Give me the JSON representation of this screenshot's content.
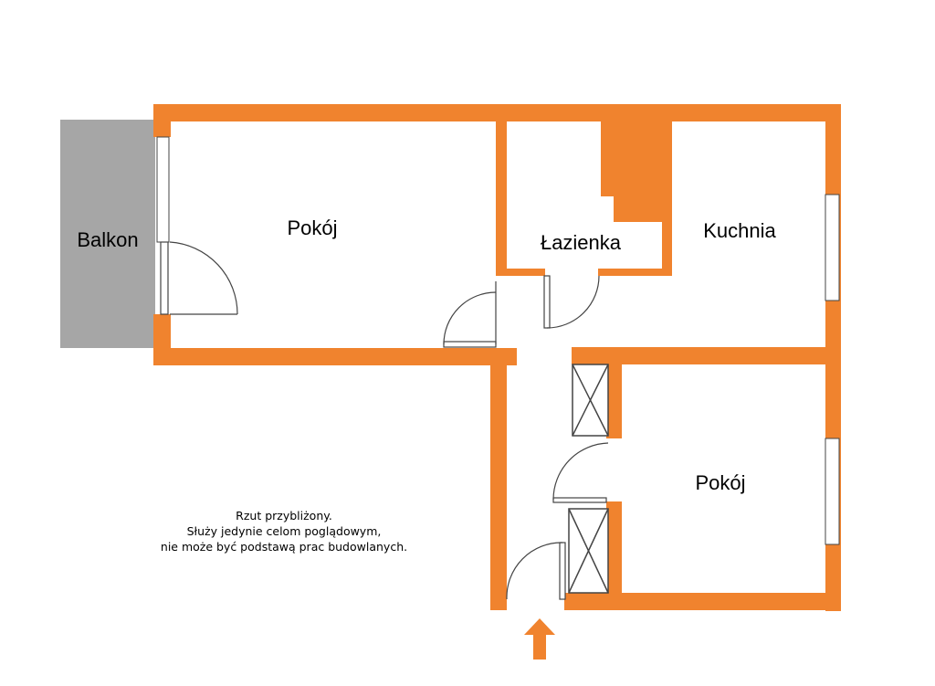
{
  "rooms": {
    "balcony": "Balkon",
    "living_room": "Pokój",
    "bathroom": "Łazienka",
    "kitchen": "Kuchnia",
    "bedroom": "Pokój"
  },
  "note": {
    "line1": "Rzut przybliżony.",
    "line2": "Służy jedynie celom poglądowym,",
    "line3": "nie może być podstawą prac budowlanych."
  },
  "entrance_arrow": "entrance-arrow-icon",
  "colors": {
    "wall": "#F0832E",
    "balcony": "#A6A6A6",
    "window": "#FFFFFF",
    "line": "#444444"
  }
}
